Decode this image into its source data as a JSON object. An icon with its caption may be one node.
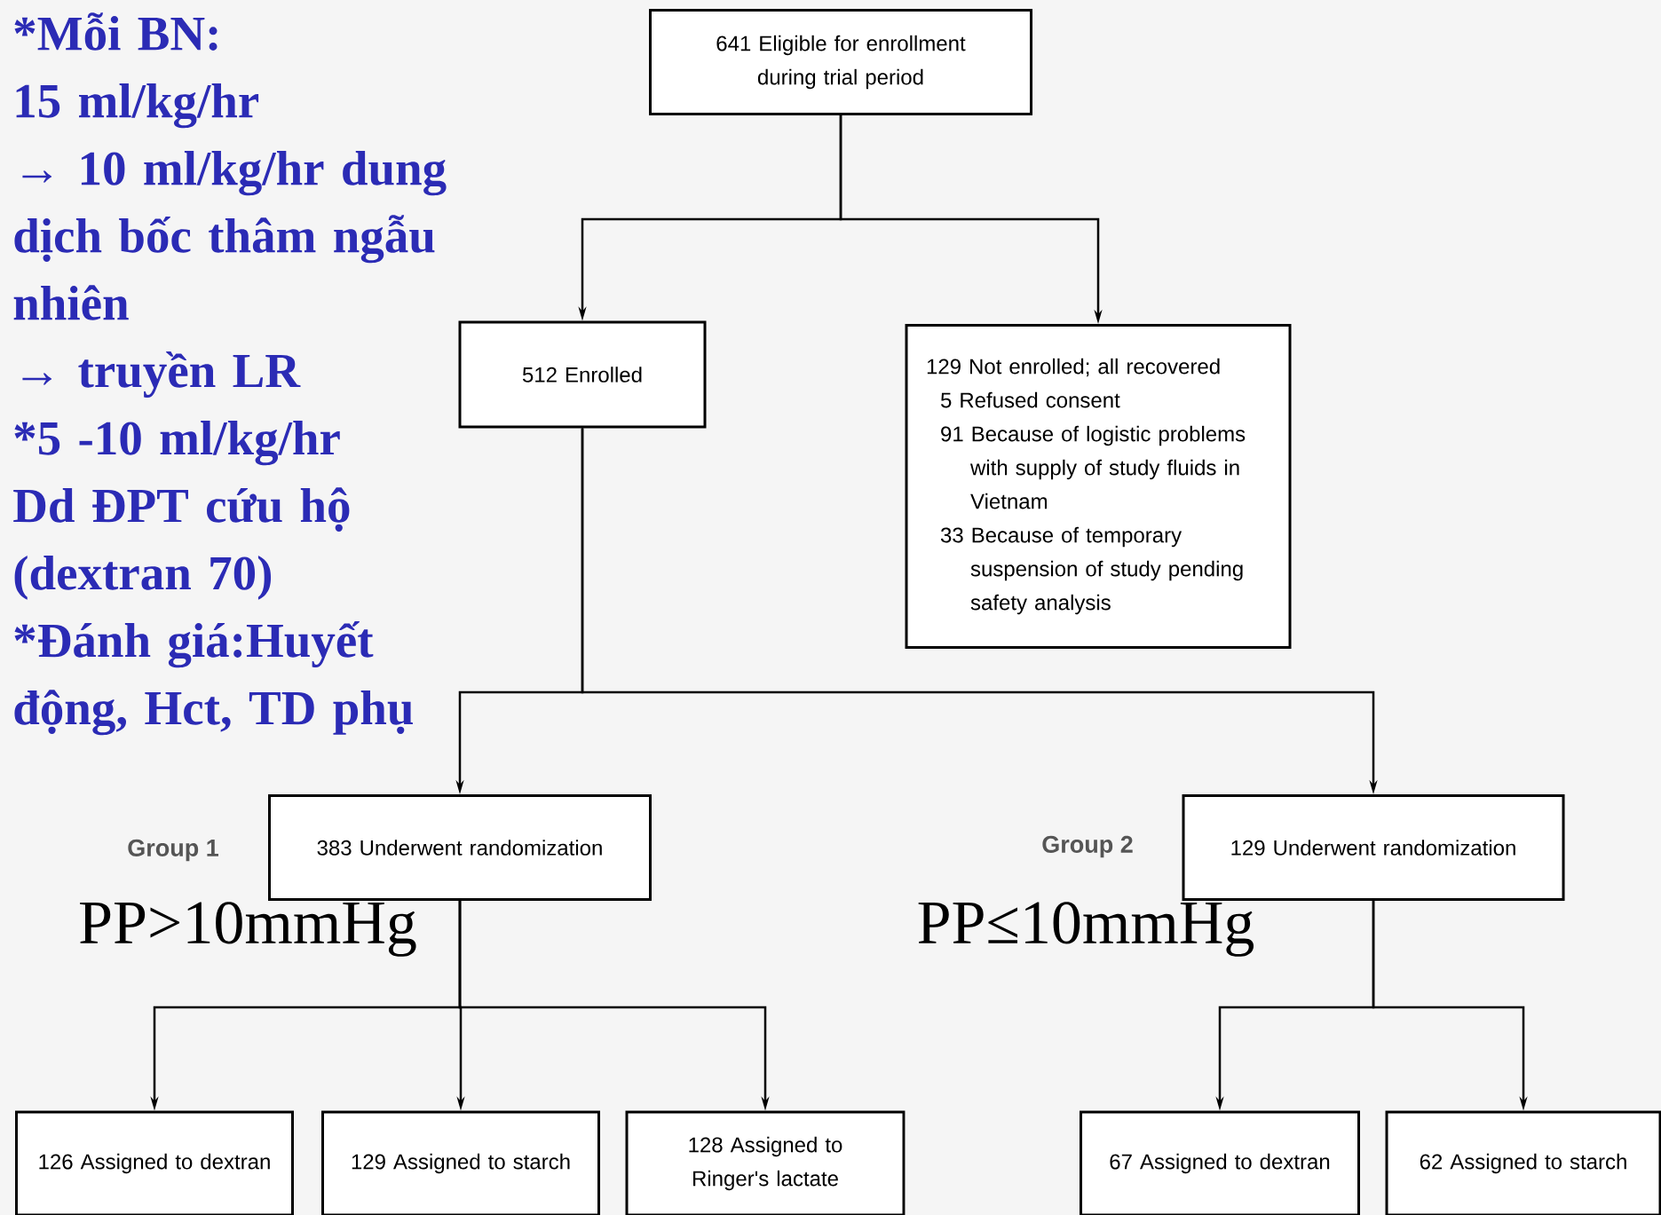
{
  "diagram": {
    "nodes": [
      {
        "text": [
          "641 Eligible for enrollment during trial period"
        ]
      },
      {
        "text": [
          "512 Enrolled"
        ]
      },
      {
        "text": [
          "129 Not enrolled; all recovered",
          "5 Refused consent",
          "91 Because of logistic problems with supply of study fluids in Vietnam",
          "33 Because of temporary suspension of study pending safety analysis"
        ]
      },
      {
        "text": [
          "383 Underwent randomization"
        ],
        "beside": [
          "Group 1",
          "PP>10mmHg"
        ]
      },
      {
        "text": [
          "129 Underwent randomization"
        ],
        "beside": [
          "Group 2",
          "PP≤10mmHg"
        ]
      },
      {
        "text": [
          "126 Assigned to dextran"
        ]
      },
      {
        "text": [
          "129 Assigned to starch"
        ]
      },
      {
        "text": [
          "128 Assigned to Ringer's lactate"
        ]
      },
      {
        "text": [
          "67 Assigned to dextran"
        ]
      },
      {
        "text": [
          "62 Assigned to starch"
        ]
      }
    ],
    "edges": [
      {
        "from": 0,
        "to": 1,
        "arrow": "to"
      },
      {
        "from": 0,
        "to": 2,
        "arrow": "to"
      },
      {
        "from": 1,
        "to": 3,
        "arrow": "to"
      },
      {
        "from": 1,
        "to": 4,
        "arrow": "to"
      },
      {
        "from": 3,
        "to": 5,
        "arrow": "to"
      },
      {
        "from": 3,
        "to": 6,
        "arrow": "to"
      },
      {
        "from": 3,
        "to": 7,
        "arrow": "to"
      },
      {
        "from": 4,
        "to": 8,
        "arrow": "to"
      },
      {
        "from": 4,
        "to": 9,
        "arrow": "to"
      }
    ],
    "labels": [
      "*Mỗi BN:",
      "15 ml/kg/hr",
      "→ 10 ml/kg/hr dung dịch bốc thâm ngẫu nhiên",
      "→ truyền LR",
      "*5 -10 ml/kg/hr",
      "Dd ĐPT cứu hộ (dextran 70)",
      "*Đánh giá:Huyết động, Hct, TD phụ"
    ]
  }
}
